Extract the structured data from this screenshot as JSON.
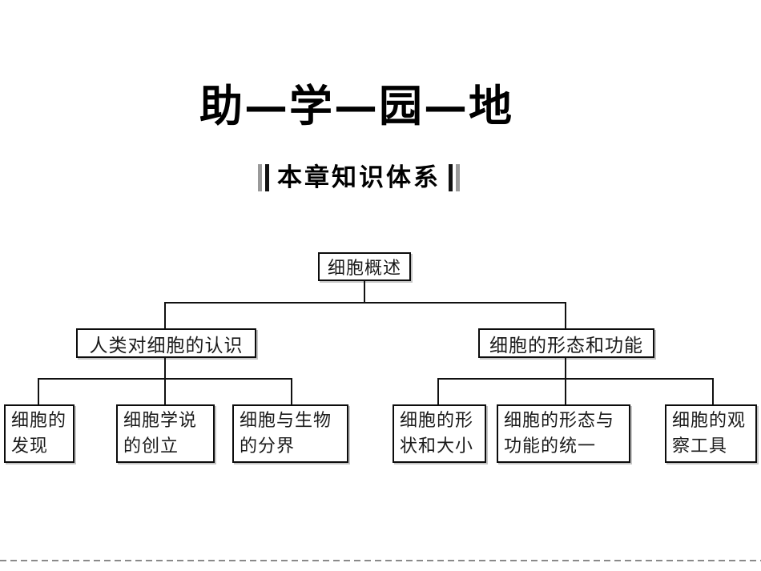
{
  "slide": {
    "title": "助—学—园—地",
    "subtitle": "本章知识体系",
    "colors": {
      "background": "#ffffff",
      "text": "#000000",
      "connector": "#111111",
      "divider_dash": "#8a8a8a",
      "marker_gray": "#9a9a9a",
      "marker_black": "#111111"
    }
  },
  "tree": {
    "root": {
      "label": "细胞概述"
    },
    "branches": [
      {
        "label": "人类对细胞的认识",
        "children": [
          {
            "lines": [
              "细胞的",
              "发现"
            ]
          },
          {
            "lines": [
              "细胞学说",
              "的创立"
            ]
          },
          {
            "lines": [
              "细胞与生物",
              "的分界"
            ]
          }
        ]
      },
      {
        "label": "细胞的形态和功能",
        "children": [
          {
            "lines": [
              "细胞的形",
              "状和大小"
            ]
          },
          {
            "lines": [
              "细胞的形态与",
              "功能的统一"
            ]
          },
          {
            "lines": [
              "细胞的观",
              "察工具"
            ]
          }
        ]
      }
    ]
  }
}
